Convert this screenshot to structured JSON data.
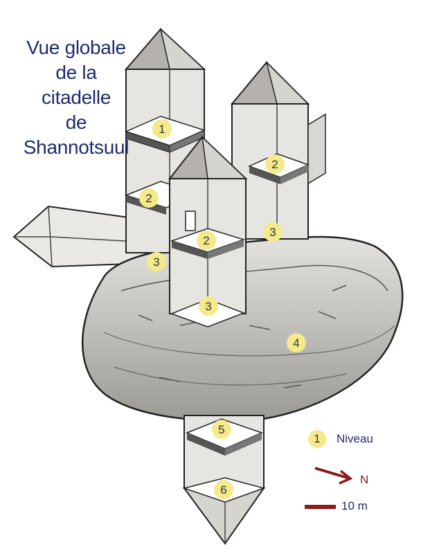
{
  "title": [
    "Vue globale",
    "de la",
    "citadelle",
    "de",
    "Shannotsuul"
  ],
  "levels": [
    {
      "label": "1"
    },
    {
      "label": "2"
    },
    {
      "label": "2"
    },
    {
      "label": "2"
    },
    {
      "label": "3"
    },
    {
      "label": "3"
    },
    {
      "label": "3"
    },
    {
      "label": "4"
    },
    {
      "label": "5"
    },
    {
      "label": "6"
    }
  ],
  "legend": {
    "badge": "1",
    "label": "Niveau"
  },
  "compass": {
    "label": "N"
  },
  "scale": {
    "label": "10 m"
  },
  "colors": {
    "title": "#1e2a6e",
    "badge": "#f4e98b",
    "compass": "#8b1a1a",
    "rock": "#b9b7b2"
  }
}
